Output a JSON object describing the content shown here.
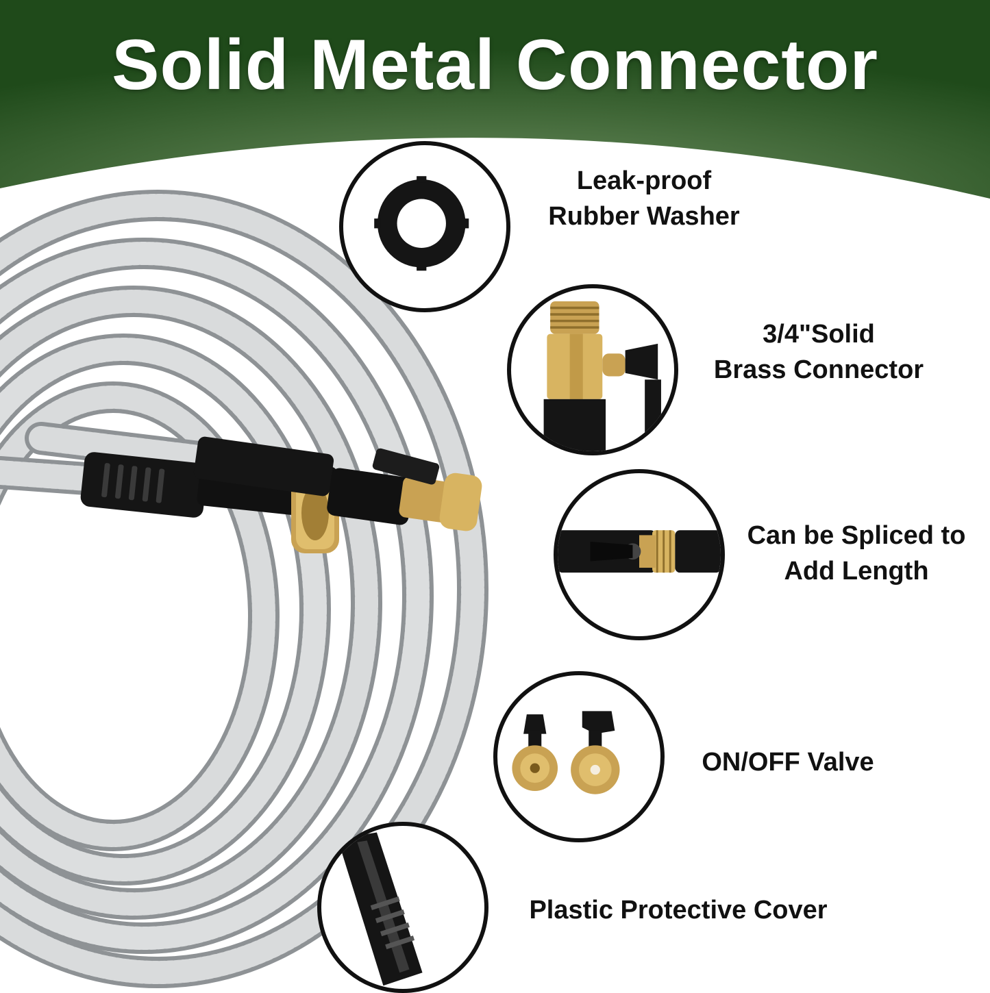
{
  "banner": {
    "title": "Solid Metal Connector",
    "color_top": "#1f4a1a",
    "color_mid": "#5a7f4e"
  },
  "features": [
    {
      "icon": "rubber-washer-icon",
      "lines": [
        "Leak-proof",
        "Rubber Washer"
      ]
    },
    {
      "icon": "brass-connector-icon",
      "lines": [
        "3/4\"Solid",
        "Brass Connector"
      ]
    },
    {
      "icon": "spliced-connector-icon",
      "lines": [
        "Can be Spliced to",
        "Add Length"
      ]
    },
    {
      "icon": "on-off-valve-icon",
      "lines": [
        "ON/OFF Valve"
      ]
    },
    {
      "icon": "protective-cover-icon",
      "lines": [
        "Plastic Protective Cover"
      ]
    }
  ],
  "colors": {
    "brass": "#c9a253",
    "metal": "#b9bcbf",
    "black_plastic": "#151515"
  }
}
